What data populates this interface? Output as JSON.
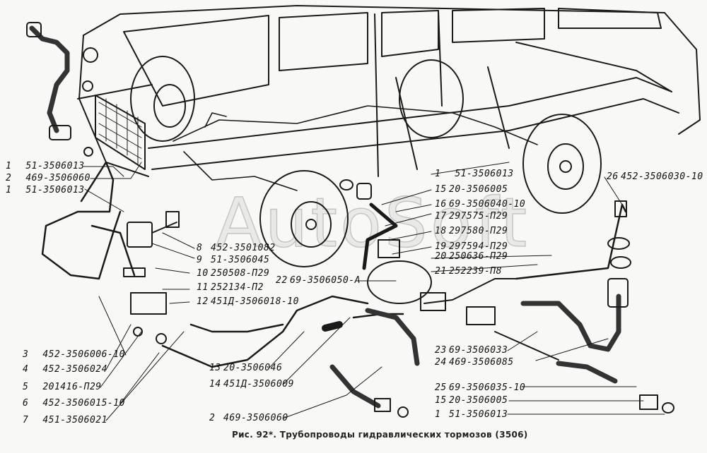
{
  "figure": {
    "caption": "Рис. 92*. Трубопроводы гидравлических тормозов (3506)",
    "watermark": "AutoSoft"
  },
  "callouts": [
    {
      "num": "1",
      "part": "51-3506013"
    },
    {
      "num": "2",
      "part": "469-3506060"
    },
    {
      "num": "1",
      "part": "51-3506013"
    },
    {
      "num": "3",
      "part": "452-3506006-10"
    },
    {
      "num": "4",
      "part": "452-3506024"
    },
    {
      "num": "5",
      "part": "201416-П29"
    },
    {
      "num": "6",
      "part": "452-3506015-10"
    },
    {
      "num": "7",
      "part": "451-3506021"
    },
    {
      "num": "8",
      "part": "452-3501082"
    },
    {
      "num": "9",
      "part": "51-3506045"
    },
    {
      "num": "10",
      "part": "250508-П29"
    },
    {
      "num": "11",
      "part": "252134-П2"
    },
    {
      "num": "12",
      "part": "451Д-3506018-10"
    },
    {
      "num": "13",
      "part": "20-3506046"
    },
    {
      "num": "14",
      "part": "451Д-3506009"
    },
    {
      "num": "2",
      "part": "469-3506060"
    },
    {
      "num": "1",
      "part": "51-3506013"
    },
    {
      "num": "15",
      "part": "20-3506005"
    },
    {
      "num": "16",
      "part": "69-3506040-10"
    },
    {
      "num": "17",
      "part": "297575-П29"
    },
    {
      "num": "18",
      "part": "297580-П29"
    },
    {
      "num": "19",
      "part": "297594-П29"
    },
    {
      "num": "20",
      "part": "250636-П29"
    },
    {
      "num": "21",
      "part": "252239-П8"
    },
    {
      "num": "22",
      "part": "69-3506050-А"
    },
    {
      "num": "26",
      "part": "452-3506030-10"
    },
    {
      "num": "23",
      "part": "69-3506033"
    },
    {
      "num": "24",
      "part": "469-3506085"
    },
    {
      "num": "25",
      "part": "69-3506035-10"
    },
    {
      "num": "15",
      "part": "20-3506005"
    },
    {
      "num": "1",
      "part": "51-3506013"
    }
  ]
}
